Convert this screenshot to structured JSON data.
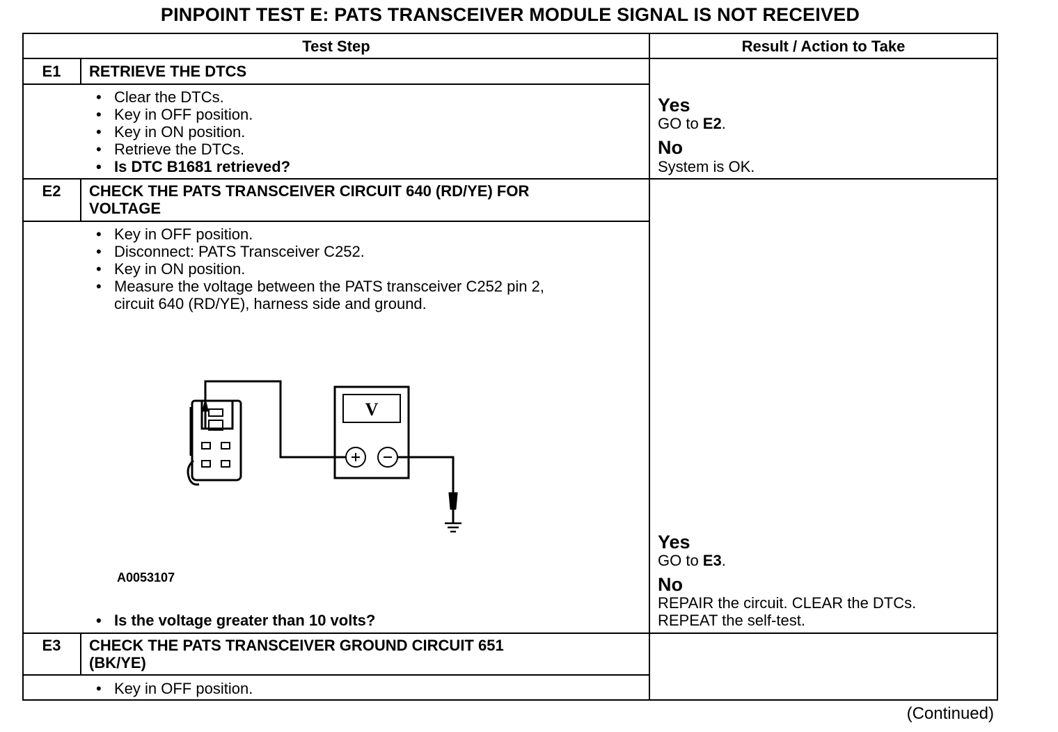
{
  "title": "PINPOINT TEST  E: PATS TRANSCEIVER MODULE SIGNAL IS NOT RECEIVED",
  "headers": {
    "test_step": "Test Step",
    "result": "Result / Action to Take"
  },
  "e1": {
    "id": "E1",
    "heading": "RETRIEVE THE DTCS",
    "steps": [
      "Clear the DTCs.",
      "Key in OFF position.",
      "Key in ON position.",
      "Retrieve the DTCs."
    ],
    "question": "Is DTC B1681 retrieved?",
    "yes_label": "Yes",
    "yes_prefix": "GO to ",
    "yes_target": "E2",
    "yes_suffix": ".",
    "no_label": "No",
    "no_text": "System is OK."
  },
  "e2": {
    "id": "E2",
    "heading_line1": "CHECK THE PATS TRANSCEIVER CIRCUIT 640 (RD/YE) FOR",
    "heading_line2": "VOLTAGE",
    "steps": [
      "Key in OFF position.",
      "Disconnect: PATS Transceiver C252.",
      "Key in ON position.",
      "Measure the voltage between the PATS transceiver C252 pin 2,"
    ],
    "step_cont": "circuit 640 (RD/YE), harness side and ground.",
    "figure_id": "A0053107",
    "meter_label": "V",
    "question": "Is the voltage greater than 10 volts?",
    "yes_label": "Yes",
    "yes_prefix": "GO to ",
    "yes_target": "E3",
    "yes_suffix": ".",
    "no_label": "No",
    "no_line1": "REPAIR the circuit. CLEAR the DTCs.",
    "no_line2": "REPEAT the self-test."
  },
  "e3": {
    "id": "E3",
    "heading_line1": "CHECK THE PATS TRANSCEIVER GROUND CIRCUIT 651",
    "heading_line2": "(BK/YE)",
    "steps": [
      "Key in OFF position."
    ]
  },
  "continued": "(Continued)"
}
